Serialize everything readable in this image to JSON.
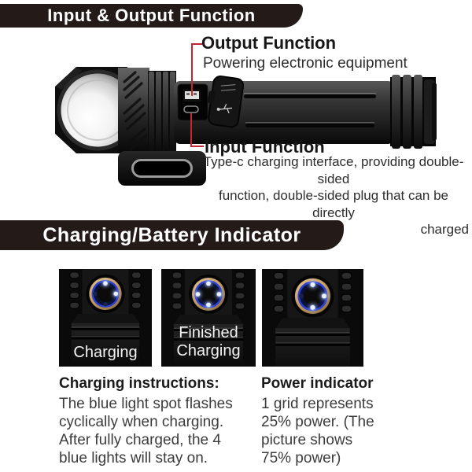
{
  "section1": {
    "banner": "Input & Output Function",
    "output": {
      "title": "Output Function",
      "desc": "Powering electronic equipment"
    },
    "input": {
      "title": "Input Function",
      "desc_lines": [
        "Type-c charging interface, providing double-sided",
        "function, double-sided plug that can be directly",
        "charged"
      ]
    }
  },
  "section2": {
    "banner": "Charging/Battery Indicator",
    "photos": [
      {
        "label": "Charging",
        "lit_leds": [
          "n",
          "e"
        ]
      },
      {
        "label": "Finished Charging",
        "lit_leds": [
          "n",
          "e",
          "s",
          "w"
        ]
      },
      {
        "label": "",
        "lit_leds": [
          "n",
          "e",
          "s"
        ]
      }
    ],
    "charging": {
      "heading": "Charging instructions:",
      "lines": [
        "The blue light spot flashes",
        "cyclically when charging.",
        "After fully charged, the 4",
        "blue lights will stay on."
      ]
    },
    "power": {
      "heading": "Power indicator",
      "lines": [
        "1 grid represents",
        "25% power. (The",
        "picture shows",
        "75% power)"
      ]
    }
  },
  "colors": {
    "banner_bg": "#241b18",
    "callout_red": "#c1272d",
    "gold_ring": "#c9a063",
    "blue_ring": "#2a3fd4",
    "led_lit": "#e9f1ff"
  }
}
